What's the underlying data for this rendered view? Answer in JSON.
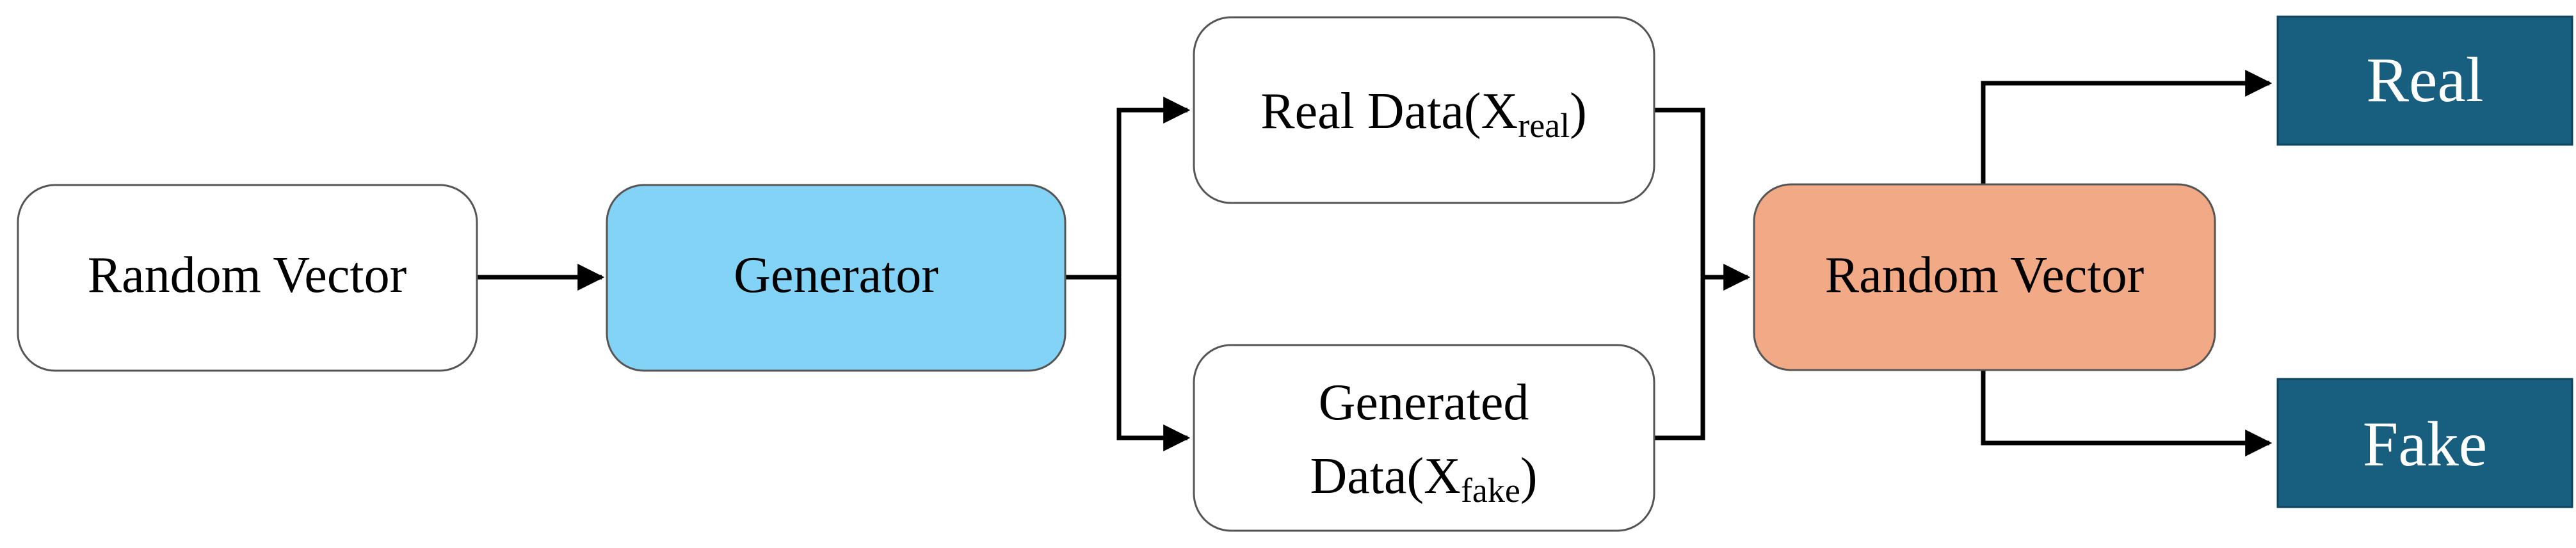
{
  "nodes": {
    "input": {
      "label": "Random Vector"
    },
    "generator": {
      "label": "Generator"
    },
    "real_data": {
      "label": "Real Data(X",
      "sub": "real",
      "close": ")"
    },
    "generated_data": {
      "line1": "Generated",
      "line2": "Data(X",
      "sub": "fake",
      "close": ")"
    },
    "discriminator": {
      "label": "Random Vector"
    },
    "out_real": {
      "label": "Real"
    },
    "out_fake": {
      "label": "Fake"
    }
  },
  "colors": {
    "generator_fill": "#82D3F6",
    "discriminator_fill": "#F2A985",
    "output_fill": "#175E7F",
    "stroke": "#555555",
    "edge": "#000000"
  }
}
